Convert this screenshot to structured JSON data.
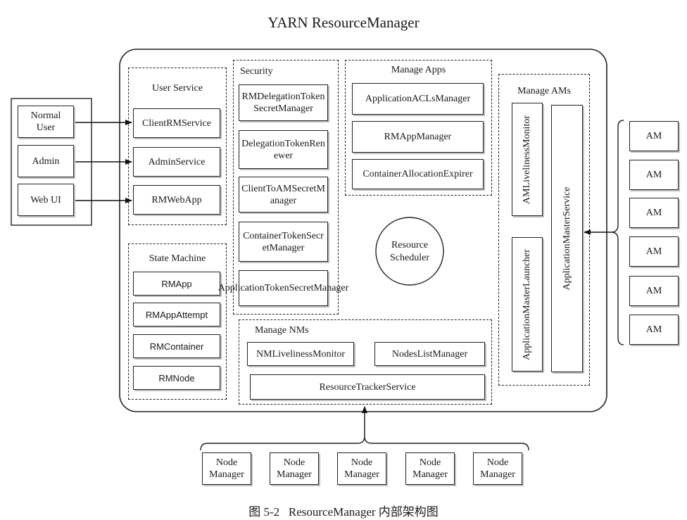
{
  "title": "YARN ResourceManager",
  "caption": "图 5-2   ResourceManager 内部架构图",
  "clients": [
    "Normal User",
    "Admin",
    "Web UI"
  ],
  "user_service": {
    "label": "User Service",
    "items": [
      "ClientRMService",
      "AdminService",
      "RMWebApp"
    ]
  },
  "state_machine": {
    "label": "State Machine",
    "items": [
      "RMApp",
      "RMAppAttempt",
      "RMContainer",
      "RMNode"
    ]
  },
  "security": {
    "label": "Security",
    "items": [
      "RMDelegationTokenSecretManager",
      "DelegationTokenRenewer",
      "ClientToAMSecretManager",
      "ContainerTokenSecretManager",
      "ApplicationTokenSecretManager"
    ]
  },
  "manage_apps": {
    "label": "Manage Apps",
    "items": [
      "ApplicationACLsManager",
      "RMAppManager",
      "ContainerAllocationExpirer"
    ]
  },
  "scheduler": "Resource Scheduler",
  "manage_nms": {
    "label": "Manage NMs",
    "items": [
      "NMLivelinessMonitor",
      "NodesListManager",
      "ResourceTrackerService"
    ]
  },
  "manage_ams": {
    "label": "Manage AMs",
    "items": [
      "AMLivelinessMonitor",
      "ApplicationMasterLauncher",
      "ApplicationMasterService"
    ]
  },
  "am_nodes": [
    "AM",
    "AM",
    "AM",
    "AM",
    "AM",
    "AM"
  ],
  "node_managers": [
    "Node Manager",
    "Node Manager",
    "Node Manager",
    "Node Manager",
    "Node Manager"
  ]
}
